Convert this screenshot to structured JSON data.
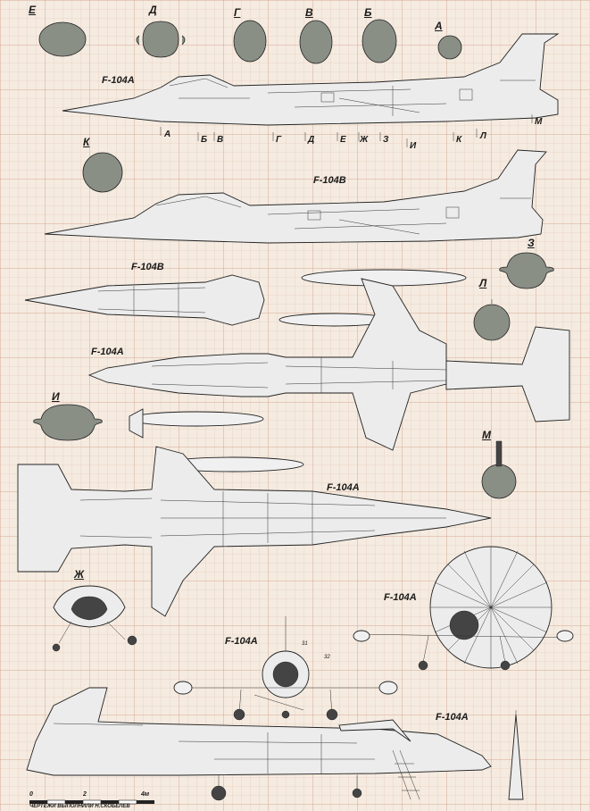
{
  "labels": {
    "top_sections": [
      "Е",
      "Д",
      "Г",
      "В",
      "Б",
      "А"
    ],
    "side_marks": [
      "А",
      "Б",
      "В",
      "Г",
      "Д",
      "Е",
      "Ж",
      "З",
      "И",
      "К",
      "Л",
      "М"
    ],
    "section_k": "К",
    "section_z": "З",
    "section_l": "Л",
    "section_i": "И",
    "section_m": "М",
    "section_zh": "Ж"
  },
  "models": {
    "side_a": "F-104A",
    "side_b": "F-104B",
    "top_b": "F-104B",
    "top_a": "F-104A",
    "bottom_a": "F-104A",
    "front_a": "F-104A",
    "rear_a": "F-104A",
    "side_open_a": "F-104A"
  },
  "callouts": {
    "n31": "31",
    "n32": "32"
  },
  "scale": {
    "ticks": [
      "0",
      "2",
      "4м"
    ],
    "caption": "ЧЕРТЕЖИ ВЫПОЛНИЛИ Н.СКОБЕЛЕВ"
  }
}
